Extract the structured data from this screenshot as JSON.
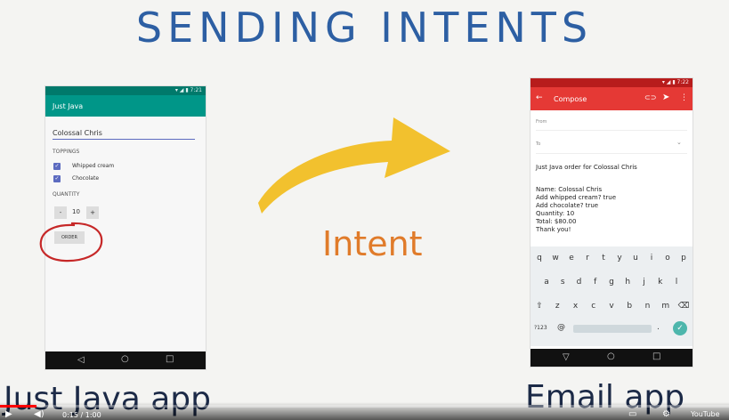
{
  "slide": {
    "title": "SENDING INTENTS",
    "arrow_label": "Intent",
    "left_caption": "Just Java app",
    "right_caption": "Email app"
  },
  "just_java": {
    "status": "▾ ◢ ▮ 7:21",
    "app_title": "Just Java",
    "name_value": "Colossal Chris",
    "toppings_header": "TOPPINGS",
    "options": [
      "Whipped cream",
      "Chocolate"
    ],
    "quantity_header": "QUANTITY",
    "minus": "-",
    "quantity": "10",
    "plus": "+",
    "order_button": "ORDER",
    "nav": [
      "◁",
      "○",
      "□"
    ]
  },
  "email": {
    "status": "▾ ◢ ▮ 7:22",
    "back": "←",
    "title": "Compose",
    "from_placeholder": "From",
    "to_placeholder": "To",
    "subject": "Just Java order for Colossal Chris",
    "body_lines": [
      "Name: Colossal Chris",
      "Add whipped cream? true",
      "Add chocolate? true",
      "Quantity: 10",
      "Total: $80.00",
      "Thank you!"
    ],
    "keyboard": {
      "row1": [
        "q",
        "w",
        "e",
        "r",
        "t",
        "y",
        "u",
        "i",
        "o",
        "p"
      ],
      "row2": [
        "a",
        "s",
        "d",
        "f",
        "g",
        "h",
        "j",
        "k",
        "l"
      ],
      "row3": [
        "z",
        "x",
        "c",
        "v",
        "b",
        "n",
        "m"
      ],
      "symbols": "?123",
      "at": "@",
      "period": "."
    },
    "nav": [
      "▽",
      "○",
      "□"
    ]
  },
  "video": {
    "time": "0:15 / 1:00",
    "progress": 0.05,
    "logo_text": "YouTube",
    "accent": "#ff0000"
  }
}
